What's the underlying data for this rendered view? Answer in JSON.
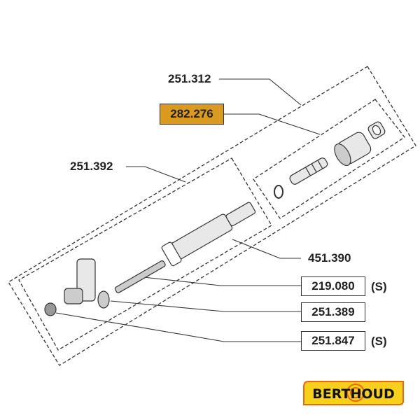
{
  "parts": {
    "assembly": "251.312",
    "highlighted": "282.276",
    "sub_assembly": "251.392",
    "body": "451.390",
    "shaft": {
      "ref": "219.080",
      "suffix": "(S)"
    },
    "valve": {
      "ref": "251.389"
    },
    "seal": {
      "ref": "251.847",
      "suffix": "(S)"
    }
  },
  "logo": {
    "text": "BERTHOUD"
  },
  "colors": {
    "highlight": "#d99a1e",
    "logo_yellow": "#f7d117",
    "logo_orange": "#e8661a"
  }
}
